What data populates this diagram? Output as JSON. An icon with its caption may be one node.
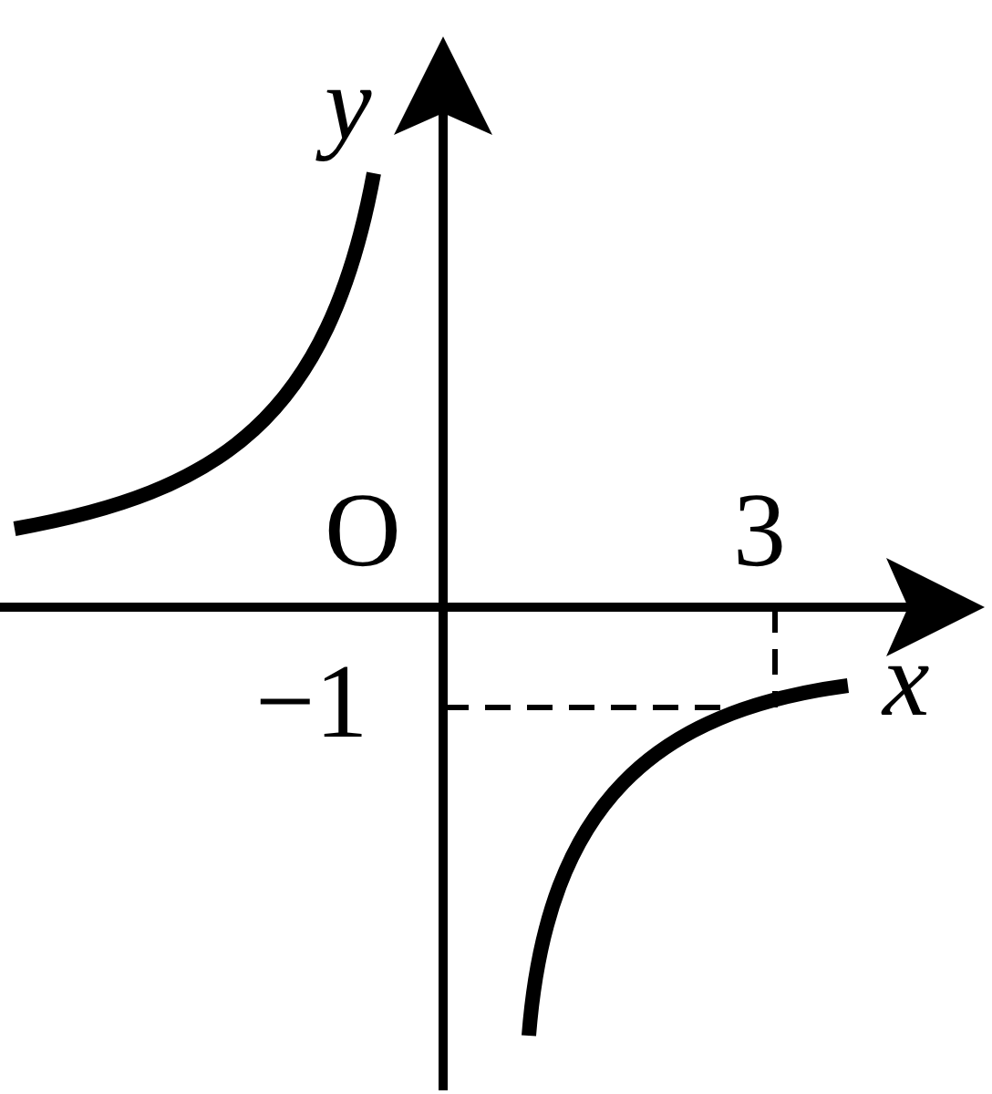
{
  "diagram": {
    "labels": [
      "y",
      "O",
      "3",
      "−1",
      "x"
    ]
  }
}
